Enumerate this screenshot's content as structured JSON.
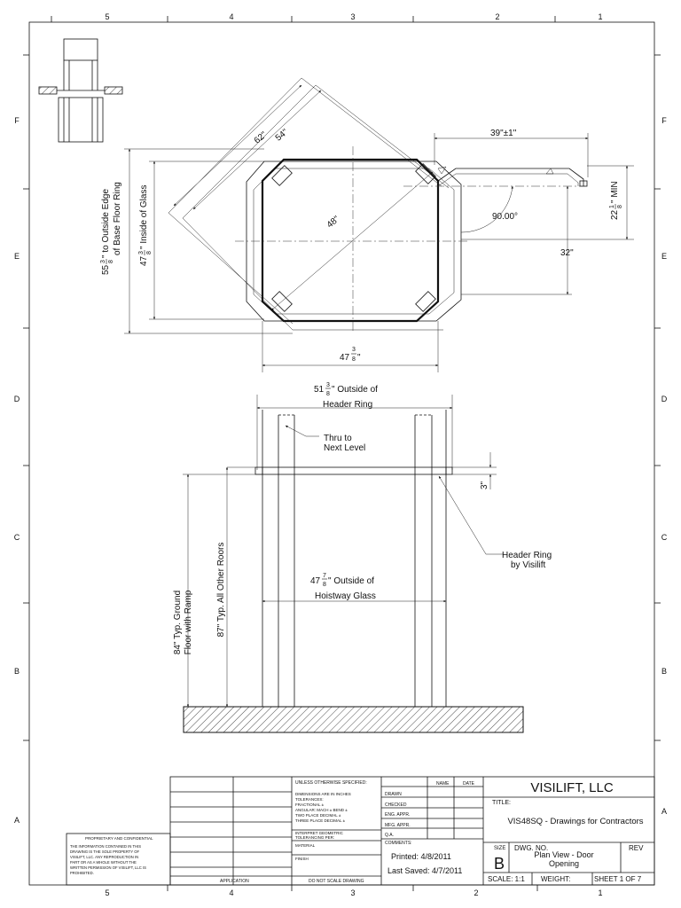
{
  "zones": {
    "columns": [
      "5",
      "4",
      "3",
      "2",
      "1"
    ],
    "rows": [
      "F",
      "E",
      "D",
      "C",
      "B",
      "A"
    ]
  },
  "dims": {
    "diag62": "62\"",
    "diag54": "54\"",
    "diag48": "48\"",
    "width39": "39\"±1\"",
    "angle": "90.00°",
    "min22_whole": "22",
    "min22_num": "1",
    "min22_den": "8",
    "min22_suffix": "\" MIN",
    "d32": "32\"",
    "left55_whole": "55",
    "left55_num": "3",
    "left55_den": "8",
    "left55_line1": "\" to Outside Edge",
    "left55_line2": "of Base Floor Ring",
    "left47_whole": "47",
    "left47_num": "3",
    "left47_den": "8",
    "left47_suffix": "\" Inside of Glass",
    "w47_whole": "47",
    "w47_num": "3",
    "w47_den": "8",
    "w47_suffix": "\"",
    "w51_whole": "51",
    "w51_num": "3",
    "w51_den": "8",
    "w51_line1": "\" Outside of",
    "w51_line2": "Header Ring",
    "thru_line1": "Thru to",
    "thru_line2": "Next Level",
    "d3": "3\"",
    "header_line1": "Header Ring",
    "header_line2": "by Visilift",
    "w477_whole": "47",
    "w477_num": "7",
    "w477_den": "8",
    "w477_line1": "\" Outside of",
    "w477_line2": "Hoistway Glass",
    "h84_line1": "84\" Typ. Ground",
    "h84_line2": "Floor with Ramp",
    "h87": "87\" Typ. All Other Roors"
  },
  "title_block": {
    "company": "VISILIFT, LLC",
    "title_label": "TITLE:",
    "title": "VIS48SQ - Drawings for Contractors",
    "size_label": "SIZE",
    "size": "B",
    "dwg_label": "DWG.  NO.",
    "dwg_line1": "Plan View - Door",
    "dwg_line2": "Opening",
    "rev_label": "REV",
    "scale": "SCALE: 1:1",
    "weight": "WEIGHT:",
    "sheet": "SHEET 1 OF 7",
    "name_header": "NAME",
    "date_header": "DATE",
    "roles": [
      "DRAWN",
      "CHECKED",
      "ENG. APPR.",
      "MFG. APPR.",
      "Q.A.",
      "COMMENTS:"
    ],
    "unless": "UNLESS OTHERWISE SPECIFIED:",
    "tol1": "DIMENSIONS ARE IN INCHES",
    "tol2": "TOLERANCES:",
    "tol3": "FRACTIONAL ±",
    "tol4": "ANGULAR: MACH ±    BEND ±",
    "tol5": "TWO PLACE DECIMAL   ±",
    "tol6": "THREE PLACE DECIMAL  ±",
    "interpret1": "INTERPRET GEOMETRIC",
    "interpret2": "TOLERANCING PER:",
    "material": "MATERIAL",
    "finish": "FINISH",
    "application": "APPLICATION",
    "noscale": "DO NOT SCALE DRAWING",
    "printed": "Printed: 4/8/2011",
    "saved": "Last Saved: 4/7/2011",
    "prop_title": "PROPRIETARY AND CONFIDENTIAL",
    "prop_text": [
      "THE INFORMATION CONTAINED IN THIS",
      "DRAWING IS THE SOLE PROPERTY OF",
      "VISILIFT, LLC.  ANY REPRODUCTION IN",
      "PART OR AS A WHOLE WITHOUT THE",
      "WRITTEN PERMISSION OF VISILIFT, LLC IS",
      "PROHIBITED."
    ]
  }
}
